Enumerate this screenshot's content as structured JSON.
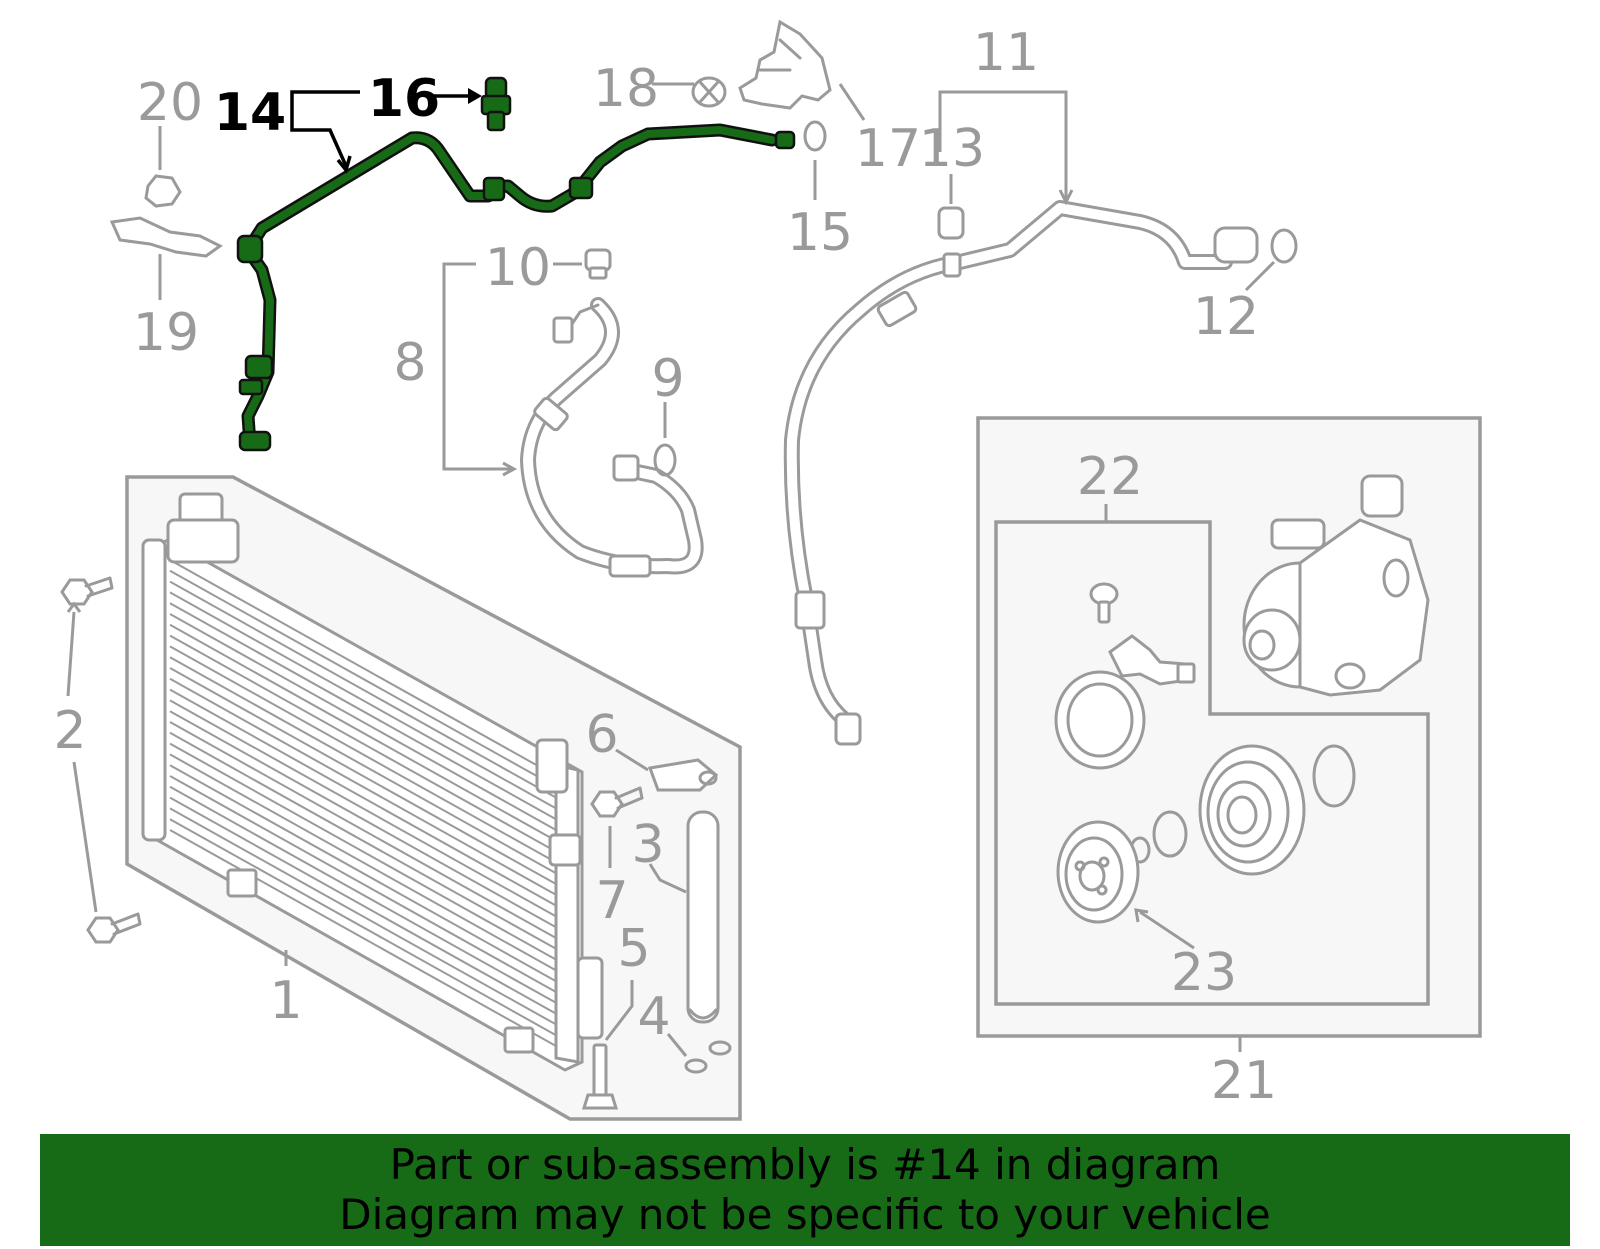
{
  "diagram": {
    "highlight_color": "#176b17",
    "callouts": {
      "c1": "1",
      "c2": "2",
      "c3": "3",
      "c4": "4",
      "c5": "5",
      "c6": "6",
      "c7": "7",
      "c8": "8",
      "c9": "9",
      "c10": "10",
      "c11": "11",
      "c12": "12",
      "c13": "13",
      "c14": "14",
      "c15": "15",
      "c16": "16",
      "c17": "17",
      "c18": "18",
      "c19": "19",
      "c20": "20",
      "c21": "21",
      "c22": "22",
      "c23": "23"
    },
    "highlighted_callouts": [
      "14",
      "16"
    ]
  },
  "banner": {
    "line1": "Part or sub-assembly is #14 in diagram",
    "line2": "Diagram may not be specific to your vehicle"
  }
}
